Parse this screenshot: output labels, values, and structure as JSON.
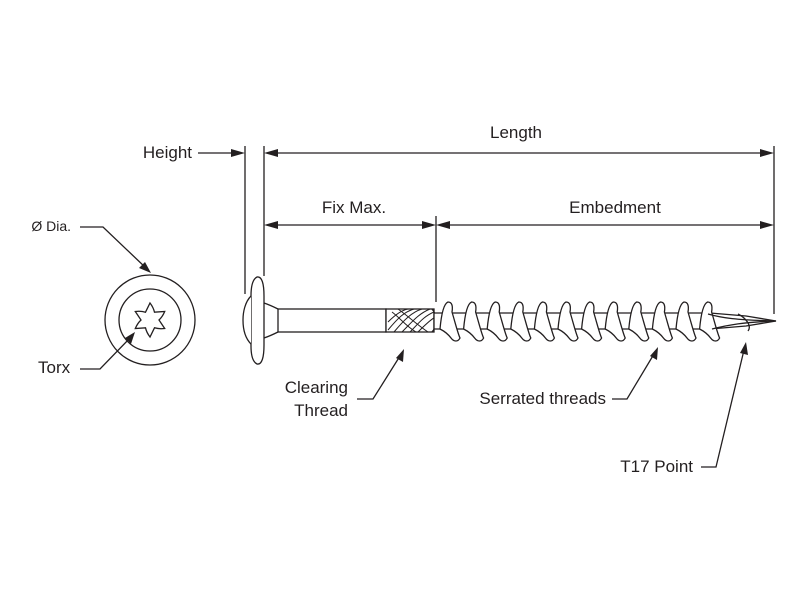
{
  "labels": {
    "height": "Height",
    "length": "Length",
    "fix_max": "Fix Max.",
    "embedment": "Embedment",
    "dia": "Ø Dia.",
    "torx": "Torx",
    "clearing_line1": "Clearing",
    "clearing_line2": "Thread",
    "serrated": "Serrated threads",
    "point": "T17 Point"
  },
  "colors": {
    "line": "#231f20",
    "background": "#ffffff"
  }
}
